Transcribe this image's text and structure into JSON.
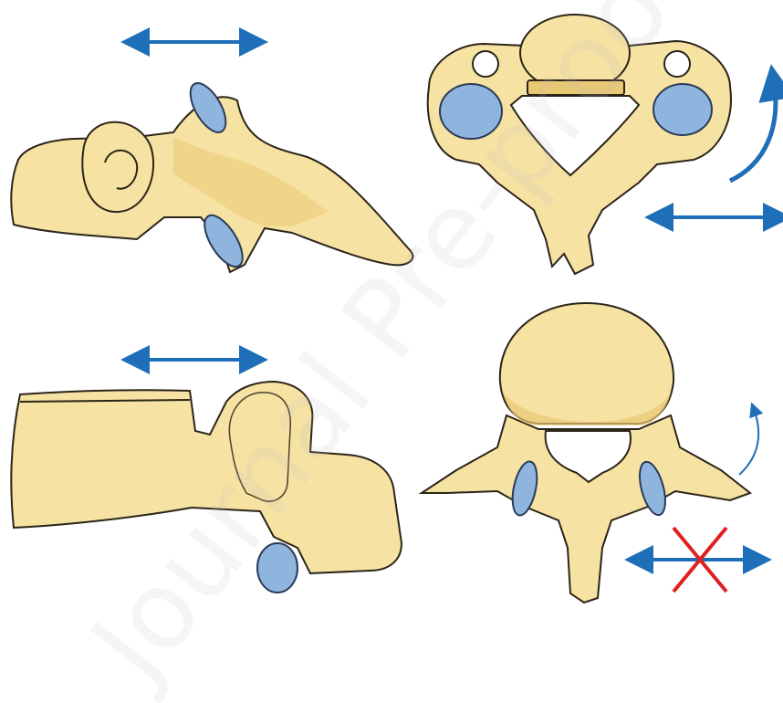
{
  "figure": {
    "background": "#ffffff",
    "bone_fill": "#f6e2a3",
    "bone_shade": "#e9c874",
    "bone_outline": "#2b2418",
    "facet_fill": "#8fb5de",
    "facet_outline": "#2a3b58",
    "arrow_color": "#1f6fb8",
    "prohibited_color": "#e02020"
  },
  "panels": [
    {
      "id": "cervical-lateral",
      "arrow": "horizontal-double-arrow"
    },
    {
      "id": "cervical-superior",
      "arrows": [
        "horizontal-double-arrow",
        "curved-rotation-arrow-thick"
      ]
    },
    {
      "id": "lumbar-lateral",
      "arrow": "horizontal-double-arrow"
    },
    {
      "id": "lumbar-superior",
      "arrows": [
        "horizontal-double-arrow-crossed-out",
        "curved-rotation-arrow-thin"
      ]
    }
  ],
  "watermark": {
    "text": "Journal Pre-proof"
  }
}
